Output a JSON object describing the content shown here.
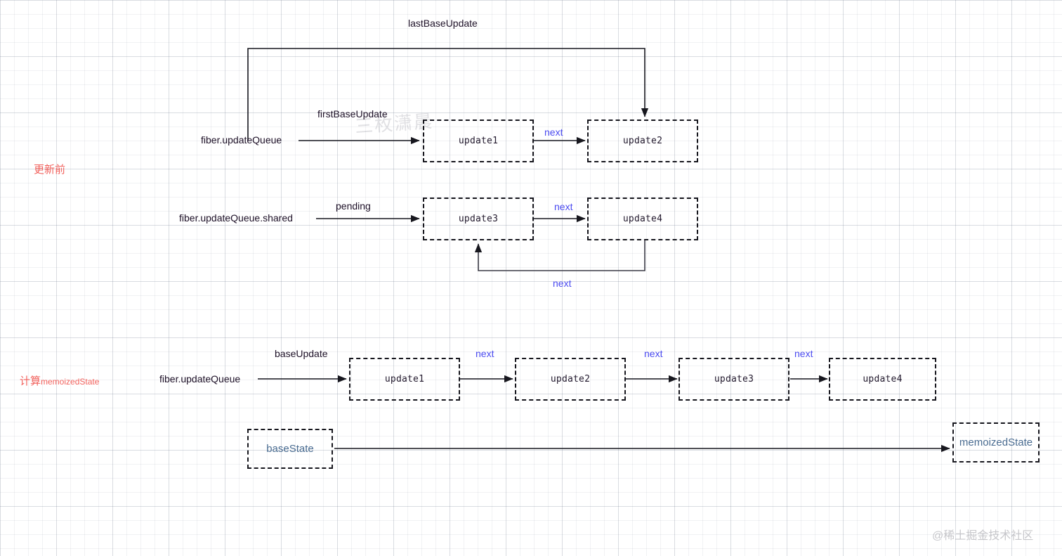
{
  "diagram": {
    "title_note": "React updateQueue processing diagram",
    "watermarks": {
      "center": "三枚潇晨",
      "corner": "@稀土掘金技术社区"
    },
    "sections": [
      {
        "id": "before-update",
        "label": "更新前",
        "color": "#f2615c"
      },
      {
        "id": "compute",
        "label_cn": "计算",
        "label_en": "memoizedState",
        "color": "#f2615c"
      }
    ],
    "labels": {
      "lastBaseUpdate": "lastBaseUpdate",
      "firstBaseUpdate": "firstBaseUpdate",
      "fiberUpdateQueue": "fiber.updateQueue",
      "fiberUpdateQueueShared": "fiber.updateQueue.shared",
      "pending": "pending",
      "baseUpdate": "baseUpdate",
      "next": "next"
    },
    "rows": [
      {
        "id": "base-queue-row",
        "source": "fiber.updateQueue",
        "edge_label": "firstBaseUpdate",
        "nodes": [
          "update1",
          "update2"
        ],
        "link_labels": [
          "next"
        ],
        "loop_label": "lastBaseUpdate"
      },
      {
        "id": "pending-queue-row",
        "source": "fiber.updateQueue.shared",
        "edge_label": "pending",
        "nodes": [
          "update3",
          "update4"
        ],
        "link_labels": [
          "next"
        ],
        "loop_label": "next"
      },
      {
        "id": "merged-queue-row",
        "source": "fiber.updateQueue",
        "edge_label": "baseUpdate",
        "nodes": [
          "update1",
          "update2",
          "update3",
          "update4"
        ],
        "link_labels": [
          "next",
          "next",
          "next"
        ]
      },
      {
        "id": "state-row",
        "nodes": [
          "baseState",
          "memoizedState"
        ]
      }
    ],
    "colors": {
      "stroke": "#17171e",
      "next_label": "#4b4bf0",
      "red_annotation": "#f2615c",
      "state_text": "#4a6c91",
      "node_text": "#231a2e"
    }
  }
}
